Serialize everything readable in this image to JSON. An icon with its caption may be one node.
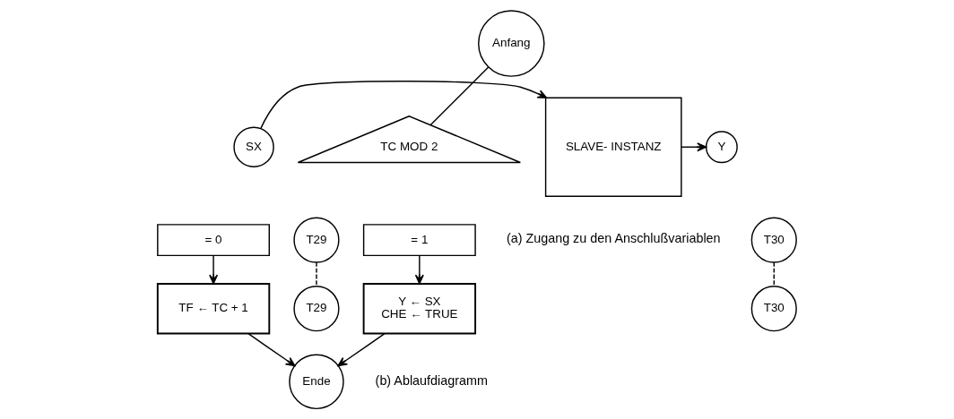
{
  "diagram": {
    "nodes": [
      {
        "text": [
          "SX"
        ]
      },
      {
        "text": [
          "SLAVE- INSTANZ"
        ]
      },
      {
        "text": [
          "Y"
        ]
      },
      {
        "text": [
          "Anfang"
        ]
      },
      {
        "text": [
          "TC MOD 2"
        ]
      },
      {
        "text": [
          "= 0"
        ]
      },
      {
        "text": [
          "= 1"
        ]
      },
      {
        "text": [
          "T29"
        ]
      },
      {
        "text": [
          "T29"
        ]
      },
      {
        "text": [
          "TF ← TC + 1"
        ]
      },
      {
        "text": [
          "Y ← SX",
          "CHE ← TRUE"
        ]
      },
      {
        "text": [
          "T30"
        ]
      },
      {
        "text": [
          "T30"
        ]
      },
      {
        "text": [
          "Ende"
        ]
      }
    ],
    "edges": [
      {
        "from": 0,
        "to": 1,
        "arrow": "to"
      },
      {
        "from": 1,
        "to": 2,
        "arrow": "to"
      },
      {
        "from": 3,
        "to": 4,
        "arrow": "none"
      },
      {
        "from": 7,
        "to": 8,
        "arrow": "none",
        "style": "dashed"
      },
      {
        "from": 5,
        "to": 9,
        "arrow": "to"
      },
      {
        "from": 6,
        "to": 10,
        "arrow": "to"
      },
      {
        "from": 11,
        "to": 12,
        "arrow": "none",
        "style": "dashed"
      },
      {
        "from": 9,
        "to": 13,
        "arrow": "to"
      },
      {
        "from": 10,
        "to": 13,
        "arrow": "to"
      }
    ],
    "labels": [
      "(a) Zugang zu den Anschlußvariablen",
      "(b) Ablaufdiagramm"
    ]
  }
}
